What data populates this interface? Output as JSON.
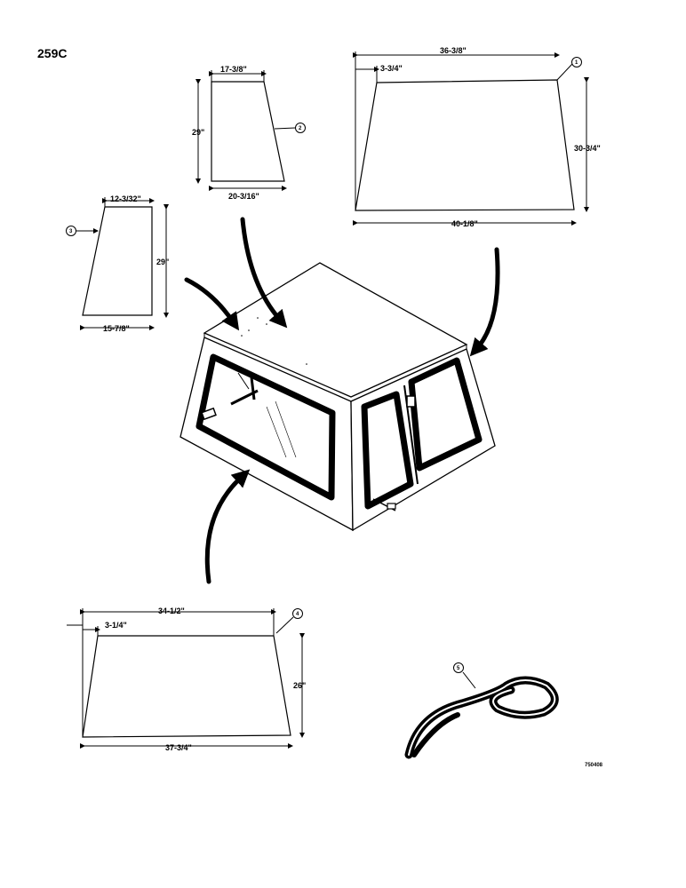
{
  "title": "259C",
  "image_code": "750408",
  "parts": [
    {
      "number": "1",
      "top": "36-3/8\"",
      "offset": "3-3/4\"",
      "height": "30-3/4\"",
      "bottom": "40-1/8\""
    },
    {
      "number": "2",
      "top": "17-3/8\"",
      "height": "29\"",
      "bottom": "20-3/16\""
    },
    {
      "number": "3",
      "top": "12-3/32\"",
      "height": "29\"",
      "bottom": "15-7/8\""
    },
    {
      "number": "4",
      "top": "34-1/2\"",
      "offset": "3-1/4\"",
      "height": "26\"",
      "bottom": "37-3/4\""
    },
    {
      "number": "5"
    }
  ]
}
